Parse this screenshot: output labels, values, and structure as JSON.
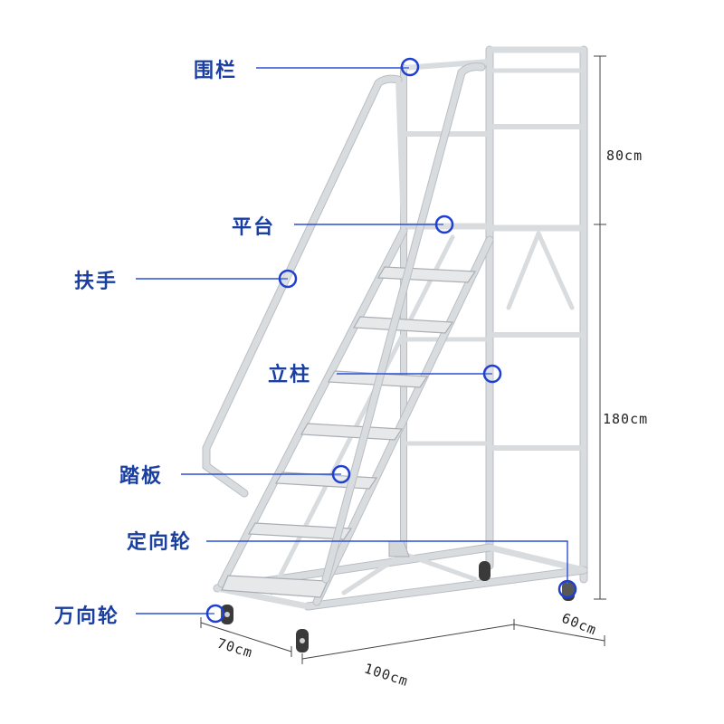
{
  "colors": {
    "accent": "#1f3fd0",
    "label": "#1a3fa0",
    "frame": "#d9dcdf"
  },
  "labels": {
    "guardrail": "围栏",
    "platform": "平台",
    "handrail": "扶手",
    "post": "立柱",
    "step": "踏板",
    "fixed_caster": "定向轮",
    "swivel_caster": "万向轮"
  },
  "dimensions": {
    "guardrail_height": "80cm",
    "platform_height": "180cm",
    "depth": "70cm",
    "length": "100cm",
    "width": "60cm"
  }
}
